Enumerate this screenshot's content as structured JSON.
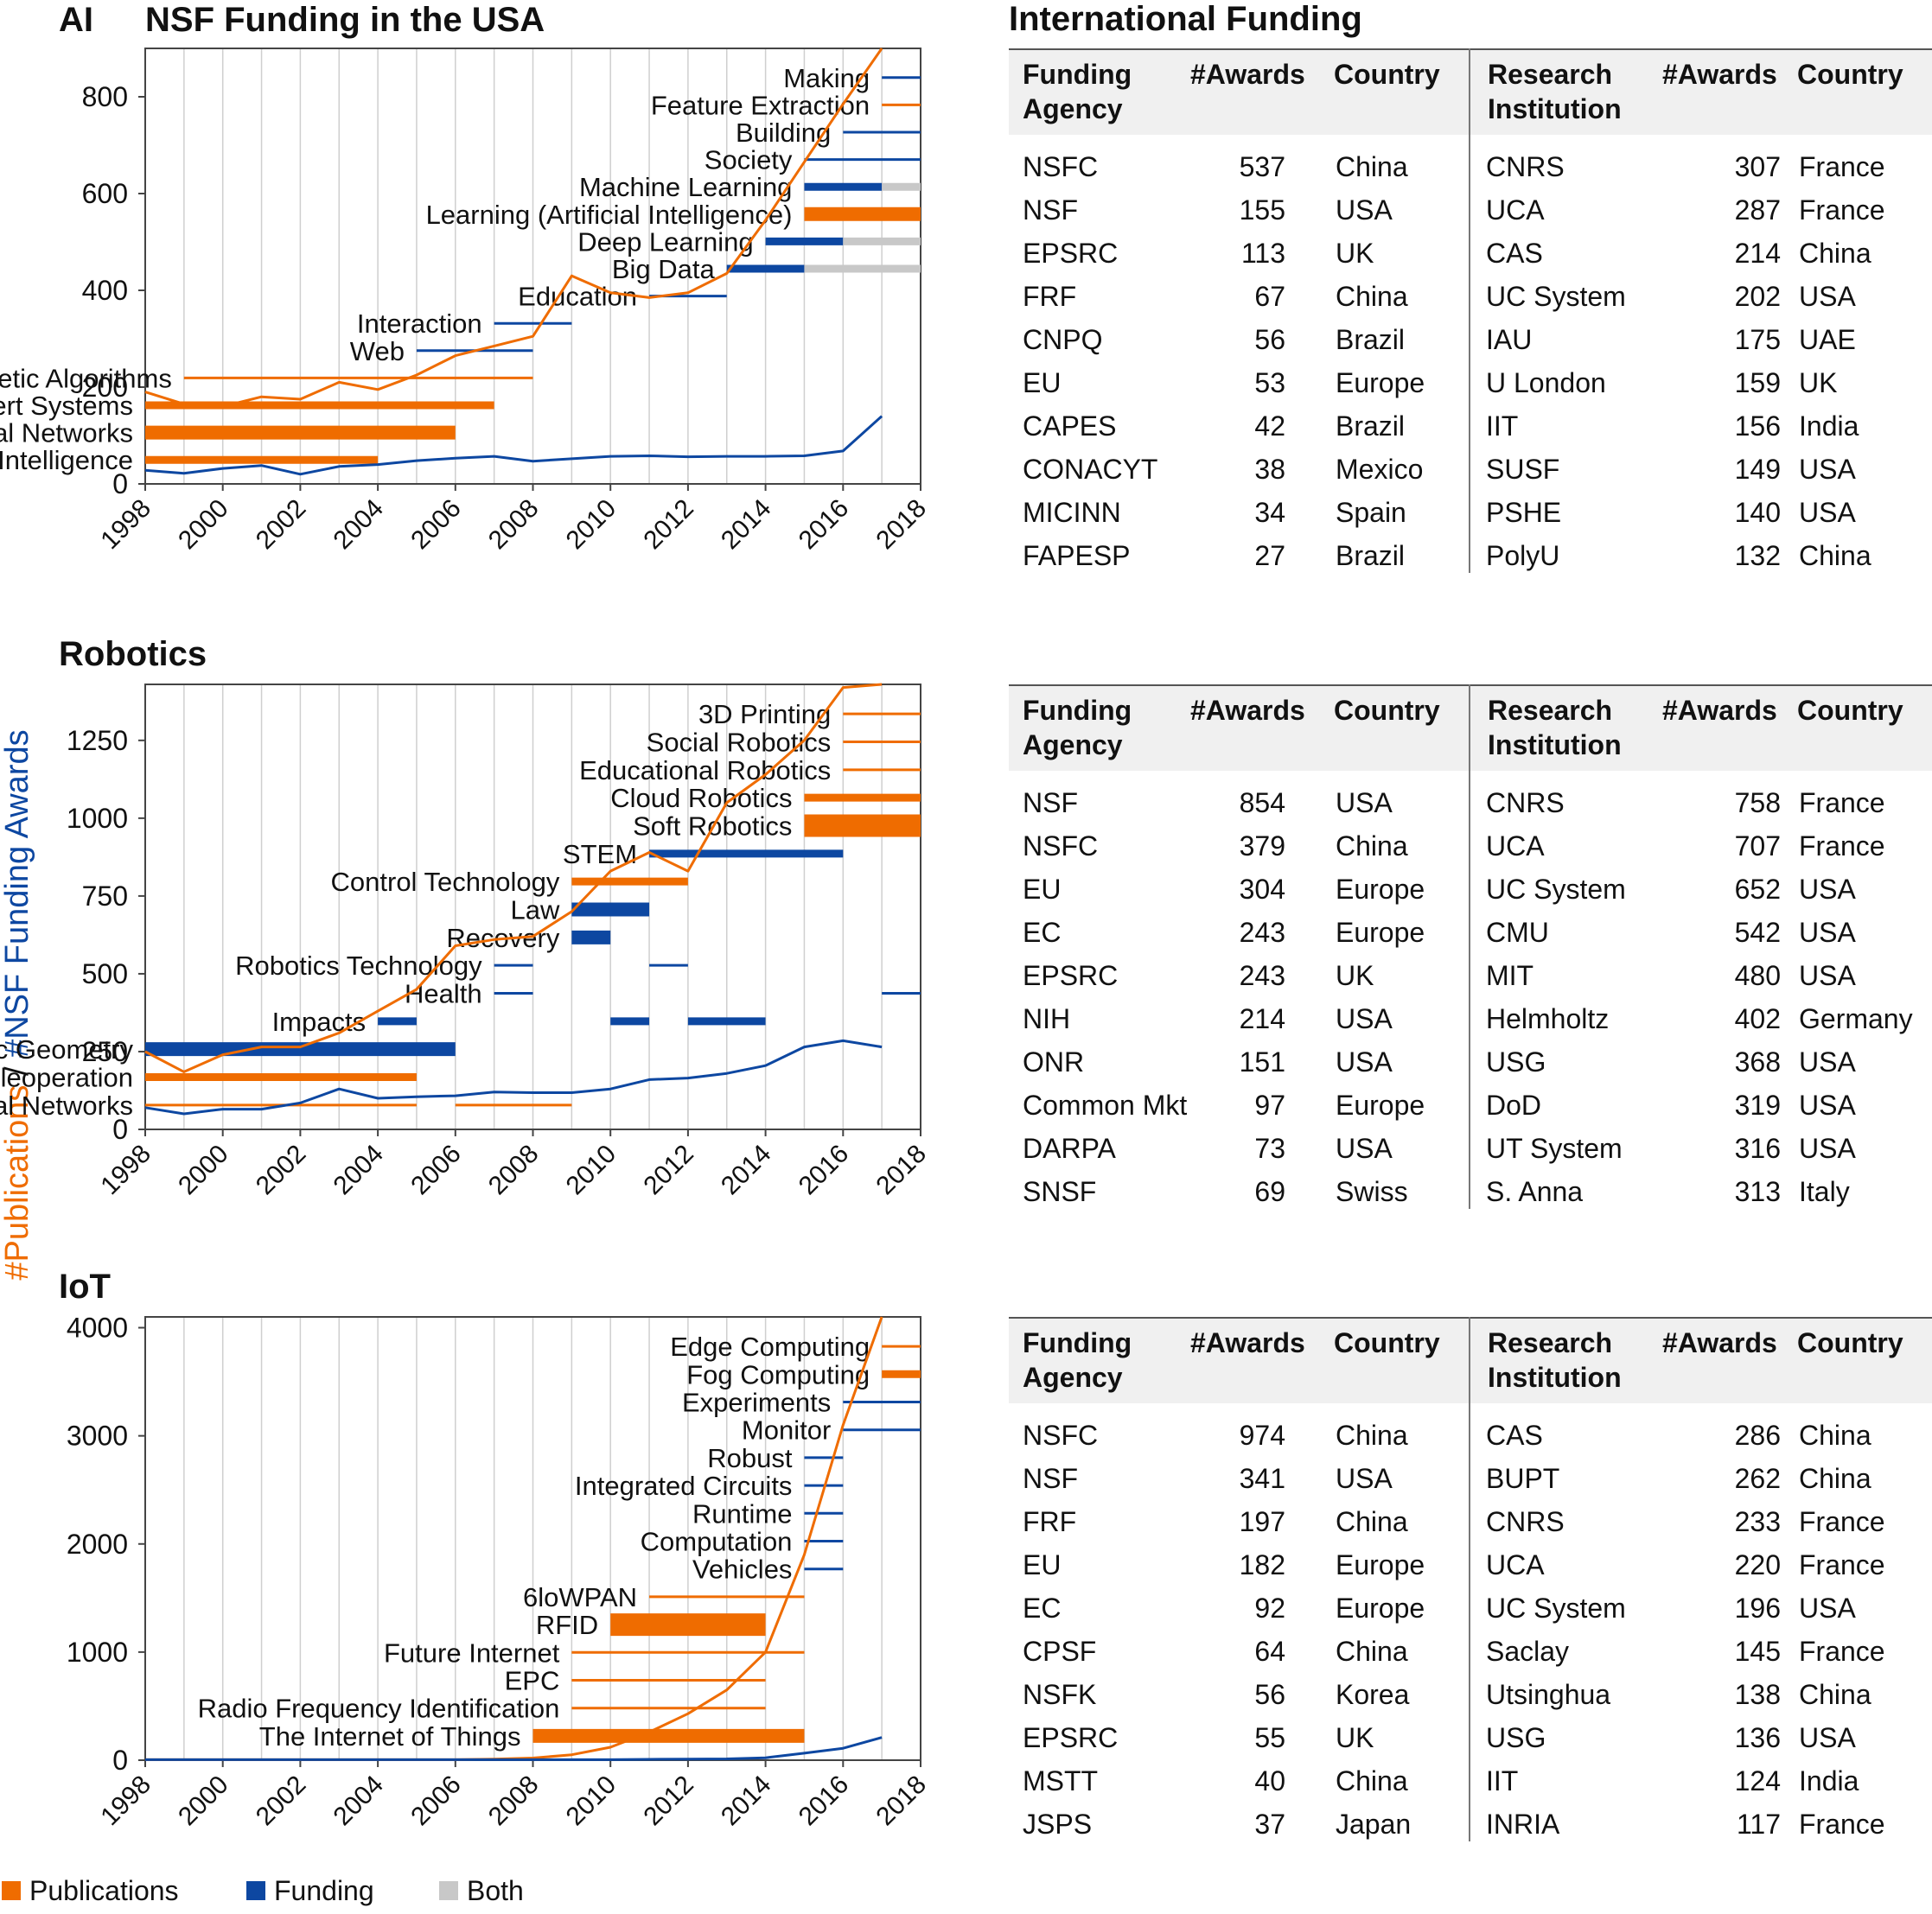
{
  "ylabel": {
    "pub": "#Publications",
    "sep": "/",
    "fund": "#NSF Funding Awards"
  },
  "colors": {
    "publications": "#ef6c00",
    "funding": "#0d47a1",
    "both": "#c8c8c8"
  },
  "legend": {
    "publications": "Publications",
    "funding": "Funding",
    "both": "Both"
  },
  "international_title": "International Funding",
  "table_headers": {
    "agency": "Funding Agency",
    "awards": "#Awards",
    "country": "Country",
    "institution": "Research Institution"
  },
  "chart_data": [
    {
      "type": "line",
      "title": "AI",
      "subtitle": "NSF Funding in the USA",
      "x": [
        1998,
        1999,
        2000,
        2001,
        2002,
        2003,
        2004,
        2005,
        2006,
        2007,
        2008,
        2009,
        2010,
        2011,
        2012,
        2013,
        2014,
        2015,
        2016,
        2017
      ],
      "xticks": [
        "1998",
        "2000",
        "2002",
        "2004",
        "2006",
        "2008",
        "2010",
        "2012",
        "2014",
        "2016",
        "2018"
      ],
      "yticks": [
        "0",
        "200",
        "400",
        "600",
        "800"
      ],
      "xlim": [
        1998,
        2018
      ],
      "ylim": [
        0,
        900
      ],
      "series": [
        {
          "name": "Publications",
          "values": [
            190,
            165,
            160,
            180,
            175,
            210,
            195,
            225,
            265,
            285,
            305,
            430,
            395,
            385,
            395,
            435,
            545,
            665,
            785,
            950
          ]
        },
        {
          "name": "Funding",
          "values": [
            28,
            22,
            32,
            38,
            20,
            36,
            40,
            48,
            53,
            57,
            47,
            52,
            57,
            58,
            56,
            57,
            57,
            58,
            68,
            140
          ]
        }
      ],
      "topics": [
        {
          "label": "Making",
          "from": 2017,
          "to": 2018,
          "type": "funding",
          "w": 1
        },
        {
          "label": "Feature Extraction",
          "from": 2017,
          "to": 2018,
          "type": "publications",
          "w": 1
        },
        {
          "label": "Building",
          "from": 2016,
          "to": 2018,
          "type": "funding",
          "w": 1
        },
        {
          "label": "Society",
          "from": 2015,
          "to": 2018,
          "type": "funding",
          "w": 1
        },
        {
          "label": "Machine Learning",
          "segments": [
            {
              "from": 2015,
              "to": 2017,
              "type": "funding"
            },
            {
              "from": 2017,
              "to": 2018,
              "type": "both"
            }
          ],
          "w": 2
        },
        {
          "label": "Learning (Artificial Intelligence)",
          "from": 2015,
          "to": 2018,
          "type": "publications",
          "w": 3
        },
        {
          "label": "Deep Learning",
          "segments": [
            {
              "from": 2014,
              "to": 2016,
              "type": "funding"
            },
            {
              "from": 2016,
              "to": 2018,
              "type": "both"
            }
          ],
          "w": 2
        },
        {
          "label": "Big Data",
          "segments": [
            {
              "from": 2013,
              "to": 2015,
              "type": "funding"
            },
            {
              "from": 2015,
              "to": 2018,
              "type": "both"
            }
          ],
          "w": 2
        },
        {
          "label": "Education",
          "from": 2011,
          "to": 2013,
          "type": "funding",
          "w": 1
        },
        {
          "label": "Interaction",
          "from": 2007,
          "to": 2009,
          "type": "funding",
          "w": 1
        },
        {
          "label": "Web",
          "from": 2005,
          "to": 2008,
          "type": "funding",
          "w": 1
        },
        {
          "label": "Genetic Algorithms",
          "from": 1999,
          "to": 2008,
          "type": "publications",
          "w": 1
        },
        {
          "label": "Expert Systems",
          "from": 1998,
          "to": 2007,
          "type": "publications",
          "w": 2
        },
        {
          "label": "Neural Networks",
          "from": 1998,
          "to": 2006,
          "type": "publications",
          "w": 3
        },
        {
          "label": "Distributed Artificial Intelligence",
          "from": 1998,
          "to": 2004,
          "type": "publications",
          "w": 2
        }
      ]
    },
    {
      "type": "line",
      "title": "Robotics",
      "x": [
        1998,
        1999,
        2000,
        2001,
        2002,
        2003,
        2004,
        2005,
        2006,
        2007,
        2008,
        2009,
        2010,
        2011,
        2012,
        2013,
        2014,
        2015,
        2016,
        2017
      ],
      "xticks": [
        "1998",
        "2000",
        "2002",
        "2004",
        "2006",
        "2008",
        "2010",
        "2012",
        "2014",
        "2016",
        "2018"
      ],
      "yticks": [
        "0",
        "250",
        "500",
        "750",
        "1000",
        "1250"
      ],
      "xlim": [
        1998,
        2018
      ],
      "ylim": [
        0,
        1430
      ],
      "series": [
        {
          "name": "Publications",
          "values": [
            250,
            185,
            240,
            265,
            265,
            310,
            380,
            450,
            590,
            610,
            620,
            700,
            830,
            890,
            830,
            1050,
            1140,
            1250,
            1420,
            1430
          ]
        },
        {
          "name": "Funding",
          "values": [
            70,
            50,
            65,
            65,
            85,
            130,
            100,
            105,
            108,
            120,
            118,
            118,
            130,
            160,
            165,
            180,
            205,
            265,
            285,
            265
          ]
        }
      ],
      "topics": [
        {
          "label": "3D Printing",
          "from": 2016,
          "to": 2018,
          "type": "publications",
          "w": 1
        },
        {
          "label": "Social Robotics",
          "from": 2016,
          "to": 2018,
          "type": "publications",
          "w": 1
        },
        {
          "label": "Educational Robotics",
          "from": 2016,
          "to": 2018,
          "type": "publications",
          "w": 1
        },
        {
          "label": "Cloud Robotics",
          "from": 2015,
          "to": 2018,
          "type": "publications",
          "w": 2
        },
        {
          "label": "Soft Robotics",
          "from": 2015,
          "to": 2018,
          "type": "publications",
          "w": 4
        },
        {
          "label": "STEM",
          "from": 2011,
          "to": 2016,
          "type": "funding",
          "w": 2
        },
        {
          "label": "Control Technology",
          "from": 2009,
          "to": 2012,
          "type": "publications",
          "w": 2
        },
        {
          "label": "Law",
          "from": 2009,
          "to": 2011,
          "type": "funding",
          "w": 3
        },
        {
          "label": "Recovery",
          "from": 2009,
          "to": 2010,
          "type": "funding",
          "w": 3
        },
        {
          "label": "Robotics Technology",
          "segments": [
            {
              "from": 2007,
              "to": 2008,
              "type": "funding"
            },
            {
              "from": 2011,
              "to": 2012,
              "type": "funding"
            }
          ],
          "w": 1
        },
        {
          "label": "Health",
          "segments": [
            {
              "from": 2007,
              "to": 2008,
              "type": "funding"
            },
            {
              "from": 2017,
              "to": 2018,
              "type": "funding"
            }
          ],
          "w": 1
        },
        {
          "label": "Impacts",
          "segments": [
            {
              "from": 2004,
              "to": 2005,
              "type": "funding"
            },
            {
              "from": 2010,
              "to": 2011,
              "type": "funding"
            },
            {
              "from": 2012,
              "to": 2014,
              "type": "funding"
            }
          ],
          "w": 2
        },
        {
          "label": "Algebraic Geometry",
          "from": 1998,
          "to": 2006,
          "type": "funding",
          "w": 3
        },
        {
          "label": "Teleoperation",
          "from": 1998,
          "to": 2005,
          "type": "publications",
          "w": 2
        },
        {
          "label": "Neural Networks",
          "segments": [
            {
              "from": 1998,
              "to": 2005,
              "type": "publications"
            },
            {
              "from": 2006,
              "to": 2009,
              "type": "publications"
            }
          ],
          "w": 1
        }
      ]
    },
    {
      "type": "line",
      "title": "IoT",
      "x": [
        1998,
        1999,
        2000,
        2001,
        2002,
        2003,
        2004,
        2005,
        2006,
        2007,
        2008,
        2009,
        2010,
        2011,
        2012,
        2013,
        2014,
        2015,
        2016,
        2017
      ],
      "xticks": [
        "1998",
        "2000",
        "2002",
        "2004",
        "2006",
        "2008",
        "2010",
        "2012",
        "2014",
        "2016",
        "2018"
      ],
      "yticks": [
        "0",
        "1000",
        "2000",
        "3000",
        "4000"
      ],
      "xlim": [
        1998,
        2018
      ],
      "ylim": [
        0,
        4100
      ],
      "series": [
        {
          "name": "Publications",
          "values": [
            5,
            5,
            5,
            5,
            5,
            5,
            5,
            5,
            5,
            10,
            20,
            50,
            120,
            260,
            430,
            650,
            1000,
            1900,
            3100,
            4100
          ]
        },
        {
          "name": "Funding",
          "values": [
            5,
            5,
            5,
            5,
            5,
            5,
            5,
            5,
            5,
            5,
            5,
            5,
            5,
            8,
            10,
            12,
            22,
            65,
            110,
            210
          ]
        }
      ],
      "topics": [
        {
          "label": "Edge Computing",
          "from": 2017,
          "to": 2018,
          "type": "publications",
          "w": 1
        },
        {
          "label": "Fog Computing",
          "from": 2017,
          "to": 2018,
          "type": "publications",
          "w": 2
        },
        {
          "label": "Experiments",
          "from": 2016,
          "to": 2018,
          "type": "funding",
          "w": 1
        },
        {
          "label": "Monitor",
          "from": 2016,
          "to": 2018,
          "type": "funding",
          "w": 1
        },
        {
          "label": "Robust",
          "from": 2015,
          "to": 2016,
          "type": "funding",
          "w": 1
        },
        {
          "label": "Integrated Circuits",
          "from": 2015,
          "to": 2016,
          "type": "funding",
          "w": 1
        },
        {
          "label": "Runtime",
          "from": 2015,
          "to": 2016,
          "type": "funding",
          "w": 1
        },
        {
          "label": "Computation",
          "from": 2015,
          "to": 2016,
          "type": "funding",
          "w": 1
        },
        {
          "label": "Vehicles",
          "from": 2015,
          "to": 2016,
          "type": "funding",
          "w": 1
        },
        {
          "label": "6loWPAN",
          "from": 2011,
          "to": 2015,
          "type": "publications",
          "w": 1
        },
        {
          "label": "RFID",
          "from": 2010,
          "to": 2014,
          "type": "publications",
          "w": 4
        },
        {
          "label": "Future Internet",
          "from": 2009,
          "to": 2015,
          "type": "publications",
          "w": 1
        },
        {
          "label": "EPC",
          "from": 2009,
          "to": 2014,
          "type": "publications",
          "w": 1
        },
        {
          "label": "Radio Frequency Identification",
          "from": 2009,
          "to": 2014,
          "type": "publications",
          "w": 1
        },
        {
          "label": "The Internet of Things",
          "from": 2008,
          "to": 2015,
          "type": "publications",
          "w": 3
        }
      ]
    },
    {
      "type": "table",
      "title": "International Funding",
      "tables": [
        {
          "agencies": [
            [
              "NSFC",
              "537",
              "China"
            ],
            [
              "NSF",
              "155",
              "USA"
            ],
            [
              "EPSRC",
              "113",
              "UK"
            ],
            [
              "FRF",
              "67",
              "China"
            ],
            [
              "CNPQ",
              "56",
              "Brazil"
            ],
            [
              "EU",
              "53",
              "Europe"
            ],
            [
              "CAPES",
              "42",
              "Brazil"
            ],
            [
              "CONACYT",
              "38",
              "Mexico"
            ],
            [
              "MICINN",
              "34",
              "Spain"
            ],
            [
              "FAPESP",
              "27",
              "Brazil"
            ]
          ],
          "institutions": [
            [
              "CNRS",
              "307",
              "France"
            ],
            [
              "UCA",
              "287",
              "France"
            ],
            [
              "CAS",
              "214",
              "China"
            ],
            [
              "UC System",
              "202",
              "USA"
            ],
            [
              "IAU",
              "175",
              "UAE"
            ],
            [
              "U London",
              "159",
              "UK"
            ],
            [
              "IIT",
              "156",
              "India"
            ],
            [
              "SUSF",
              "149",
              "USA"
            ],
            [
              "PSHE",
              "140",
              "USA"
            ],
            [
              "PolyU",
              "132",
              "China"
            ]
          ]
        },
        {
          "agencies": [
            [
              "NSF",
              "854",
              "USA"
            ],
            [
              "NSFC",
              "379",
              "China"
            ],
            [
              "EU",
              "304",
              "Europe"
            ],
            [
              "EC",
              "243",
              "Europe"
            ],
            [
              "EPSRC",
              "243",
              "UK"
            ],
            [
              "NIH",
              "214",
              "USA"
            ],
            [
              "ONR",
              "151",
              "USA"
            ],
            [
              "Common Mkt",
              "97",
              "Europe"
            ],
            [
              "DARPA",
              "73",
              "USA"
            ],
            [
              "SNSF",
              "69",
              "Swiss"
            ]
          ],
          "institutions": [
            [
              "CNRS",
              "758",
              "France"
            ],
            [
              "UCA",
              "707",
              "France"
            ],
            [
              "UC System",
              "652",
              "USA"
            ],
            [
              "CMU",
              "542",
              "USA"
            ],
            [
              "MIT",
              "480",
              "USA"
            ],
            [
              "Helmholtz",
              "402",
              "Germany"
            ],
            [
              "USG",
              "368",
              "USA"
            ],
            [
              "DoD",
              "319",
              "USA"
            ],
            [
              "UT System",
              "316",
              "USA"
            ],
            [
              "S. Anna",
              "313",
              "Italy"
            ]
          ]
        },
        {
          "agencies": [
            [
              "NSFC",
              "974",
              "China"
            ],
            [
              "NSF",
              "341",
              "USA"
            ],
            [
              "FRF",
              "197",
              "China"
            ],
            [
              "EU",
              "182",
              "Europe"
            ],
            [
              "EC",
              "92",
              "Europe"
            ],
            [
              "CPSF",
              "64",
              "China"
            ],
            [
              "NSFK",
              "56",
              "Korea"
            ],
            [
              "EPSRC",
              "55",
              "UK"
            ],
            [
              "MSTT",
              "40",
              "China"
            ],
            [
              "JSPS",
              "37",
              "Japan"
            ]
          ],
          "institutions": [
            [
              "CAS",
              "286",
              "China"
            ],
            [
              "BUPT",
              "262",
              "China"
            ],
            [
              "CNRS",
              "233",
              "France"
            ],
            [
              "UCA",
              "220",
              "France"
            ],
            [
              "UC System",
              "196",
              "USA"
            ],
            [
              "Saclay",
              "145",
              "France"
            ],
            [
              "Utsinghua",
              "138",
              "China"
            ],
            [
              "USG",
              "136",
              "USA"
            ],
            [
              "IIT",
              "124",
              "India"
            ],
            [
              "INRIA",
              "117",
              "France"
            ]
          ]
        }
      ]
    }
  ]
}
